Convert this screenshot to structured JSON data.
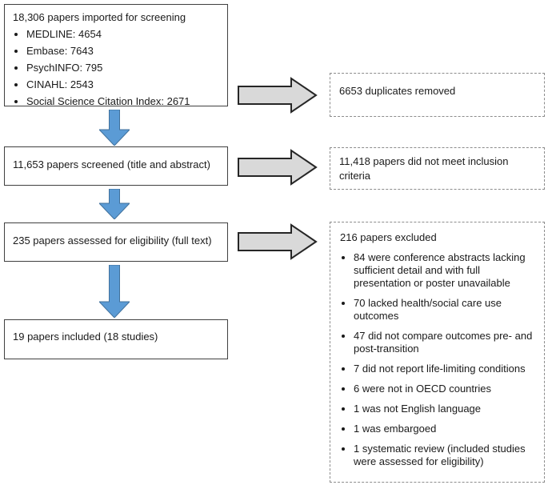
{
  "diagram": {
    "boxes": {
      "imported": {
        "title": "18,306 papers imported for screening",
        "bullets": [
          "MEDLINE: 4654",
          "Embase: 7643",
          "PsychINFO: 795",
          "CINAHL: 2543",
          "Social Science Citation Index: 2671"
        ]
      },
      "screened": {
        "title": "11,653 papers screened (title and abstract)"
      },
      "eligibility": {
        "title": "235 papers assessed for eligibility (full text)"
      },
      "included": {
        "title": "19 papers included (18 studies)"
      },
      "duplicates": {
        "title": "6653 duplicates removed"
      },
      "not_meeting_inclusion": {
        "title": "11,418 papers did not meet inclusion criteria"
      },
      "excluded": {
        "title": "216 papers excluded",
        "bullets": [
          "84 were conference abstracts lacking sufficient detail and with full presentation or poster unavailable",
          "70 lacked health/social care use outcomes",
          "47 did not compare outcomes pre- and post-transition",
          "7 did not report life-limiting conditions",
          "6 were not in OECD countries",
          "1 was not English language",
          "1 was embargoed",
          "1 systematic review (included studies were assessed for eligibility)"
        ]
      }
    },
    "colors": {
      "blue_arrow_fill": "#5b9bd5",
      "blue_arrow_stroke": "#41719c",
      "gray_arrow_fill": "#d9d9d9",
      "gray_arrow_stroke": "#262626",
      "solid_box_border": "#404040",
      "dashed_box_border": "#8c8c8c",
      "text": "#1a1a1a"
    }
  }
}
